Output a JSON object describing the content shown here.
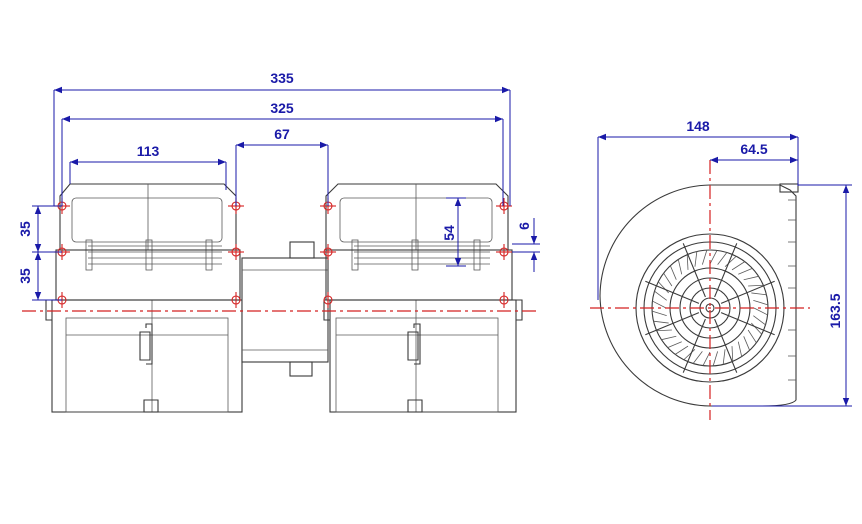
{
  "front_view": {
    "dim_overall_width": "335",
    "dim_mounting_width": "325",
    "dim_fan_width": "113",
    "dim_motor_gap": "67",
    "dim_hole_pitch_upper": "35",
    "dim_hole_pitch_lower": "35",
    "dim_outlet_height": "54",
    "dim_outlet_offset": "6"
  },
  "side_view": {
    "dim_housing_width": "148",
    "dim_axis_to_outlet": "64.5",
    "dim_axis_height": "163.5"
  },
  "colors": {
    "dimension": "#1a1aa8",
    "centerline": "#d42020",
    "outline": "#3a3a3a"
  }
}
